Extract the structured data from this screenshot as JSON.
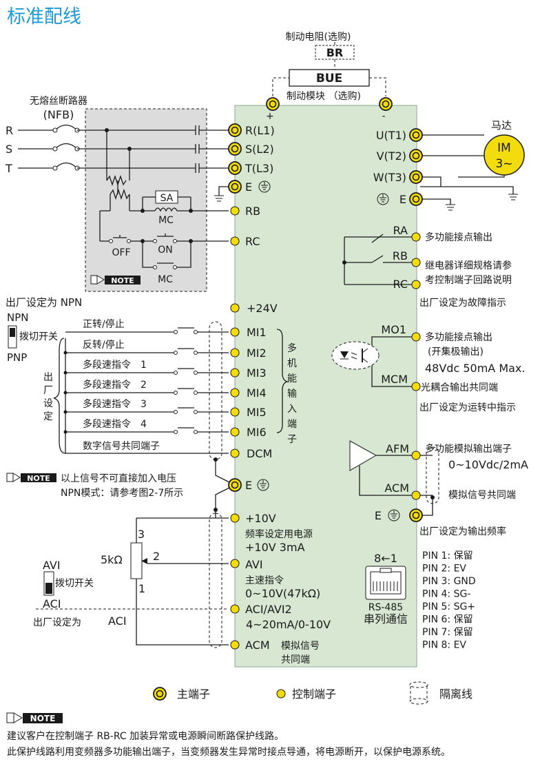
{
  "title": "标准配线",
  "braking": {
    "resistor_caption": "制动电阻(选购)",
    "resistor_label": "BR",
    "unit_label": "BUE",
    "unit_caption": "制动模块 （选购)",
    "plus": "+",
    "minus": "-"
  },
  "breaker": {
    "caption": "无熔丝断路器",
    "label": "(NFB)"
  },
  "phases": [
    "R",
    "S",
    "T"
  ],
  "power_terminals": [
    "R(L1)",
    "S(L2)",
    "T(L3)",
    "E"
  ],
  "rb_rc": {
    "sa": "SA",
    "mc": "MC",
    "off": "OFF",
    "on": "ON",
    "mc2": "MC",
    "rb": "RB",
    "rc": "RC"
  },
  "note_badge": "NOTE",
  "motor": {
    "caption": "马达",
    "line1": "IM",
    "line2": "3~"
  },
  "output_terminals": [
    "U(T1)",
    "V(T2)",
    "W(T3)",
    "E"
  ],
  "relay": {
    "ra": "RA",
    "rb": "RB",
    "rc": "RC",
    "desc1": "多功能接点输出",
    "desc2": "继电器详细规格请参",
    "desc3": "考控制端子回路说明",
    "default": "出厂设定为故障指示"
  },
  "npn_default": "出厂设定为 NPN",
  "switch": {
    "npn": "NPN",
    "label": "拨切开关",
    "pnp": "PNP"
  },
  "factory_vertical": "出厂设定",
  "plus24": "+24V",
  "inputs": [
    {
      "desc": "正转/停止",
      "terminal": "MI1"
    },
    {
      "desc": "反转/停止",
      "terminal": "MI2"
    },
    {
      "desc": "多段速指令　1",
      "terminal": "MI3"
    },
    {
      "desc": "多段速指令　2",
      "terminal": "MI4"
    },
    {
      "desc": "多段速指令　3",
      "terminal": "MI5"
    },
    {
      "desc": "多段速指令　4",
      "terminal": "MI6"
    }
  ],
  "multi_input_vertical": "多机能输入端子",
  "dcm": {
    "desc": "数字信号共同端子",
    "terminal": "DCM"
  },
  "note_voltage": "以上信号不可直接加入电压",
  "note_npn": "NPN模式：请参考图2-7所示",
  "ground_e": "E",
  "mo": {
    "mo1": "MO1",
    "desc1": "多功能接点输出",
    "desc2": "(开集极输出)",
    "desc3": "48Vdc 50mA Max.",
    "mcm": "MCM",
    "mcm_desc": "光耦合输出共同端",
    "default": "出厂设定为运转中指示"
  },
  "analog_out": {
    "afm": "AFM",
    "desc1": "多功能模拟输出端子",
    "desc2": "0~10Vdc/2mA",
    "acm": "ACM",
    "acm_desc": "模拟信号共同端",
    "default": "出厂设定为输出频率"
  },
  "pot": {
    "resistance": "5kΩ",
    "pin3": "3",
    "pin2": "2",
    "pin1": "1"
  },
  "avi_switch": {
    "avi": "AVI",
    "label": "拨切开关",
    "aci": "ACI"
  },
  "aci_default": "出厂设定为",
  "aci_label": "ACI",
  "analog_in": {
    "plus10": "+10V",
    "plus10_desc1": "频率设定用电源",
    "plus10_desc2": "+10V 3mA",
    "avi": "AVI",
    "avi_desc1": "主速指令",
    "avi_desc2": "0~10V(47kΩ)",
    "aci": "ACI/AVI2",
    "aci_desc": "4~20mA/0-10V",
    "acm": "ACM",
    "acm_desc1": "模拟信号",
    "acm_desc2": "共同端"
  },
  "rs485": {
    "arrow": "8←1",
    "line1": "RS-485",
    "line2": "串列通信"
  },
  "pins": [
    "PIN 1: 保留",
    "PIN 2: EV",
    "PIN 3: GND",
    "PIN 4: SG-",
    "PIN 5: SG+",
    "PIN 6: 保留",
    "PIN 7: 保留",
    "PIN 8: EV"
  ],
  "legend": {
    "main": "主端子",
    "control": "控制端子",
    "isolation": "隔离线"
  },
  "footer": {
    "line1": "建议客户在控制端子 RB-RC 加装异常或电源瞬间断路保护线路。",
    "line2": "此保护线路利用变频器多功能输出端子，当变频器发生异常时接点导通，将电源断开，以保护电源系统。"
  },
  "colors": {
    "title": "#1a9ad6",
    "panel": "#d7e7d2",
    "terminal": "#f2dc0e",
    "shaded": "#dcdcdc"
  }
}
